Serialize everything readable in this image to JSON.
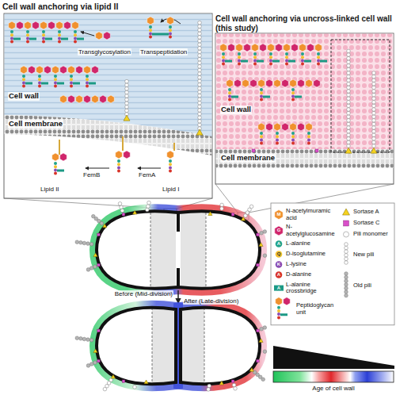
{
  "diagram": {
    "nodes": [
      {
        "text": [
          "Cell wall anchoring via lipid II"
        ]
      },
      {
        "text": [
          "Cell wall anchoring via uncross-linked cell wall (this study)"
        ]
      }
    ],
    "labels": [
      "Transglycosylation",
      "Transpeptidation",
      "Cell wall",
      "Cell membrane",
      "FemB",
      "Lipid II",
      "FemA",
      "Lipid I",
      "Cell wall",
      "Cell membrane",
      "Before (Mid-division)",
      "After (Late-division)",
      "M",
      "G",
      "A",
      "Q",
      "K",
      "A",
      "A",
      "Age of cell wall"
    ],
    "legend": [
      {
        "text": "N-acetylmuramic acid"
      },
      {
        "text": "N-acetylglucosamine"
      },
      {
        "text": "L-alanine"
      },
      {
        "text": "D-isoglutamine"
      },
      {
        "text": "L-lysine"
      },
      {
        "text": "D-alanine"
      },
      {
        "text": "L-alanine crossbridge"
      },
      {
        "text": "Peptidoglycan unit"
      },
      {
        "text": "Sortase A"
      },
      {
        "text": "Sortase C"
      },
      {
        "text": "Pili monomer"
      },
      {
        "text": "New pili"
      },
      {
        "text": "Old pili"
      }
    ]
  }
}
